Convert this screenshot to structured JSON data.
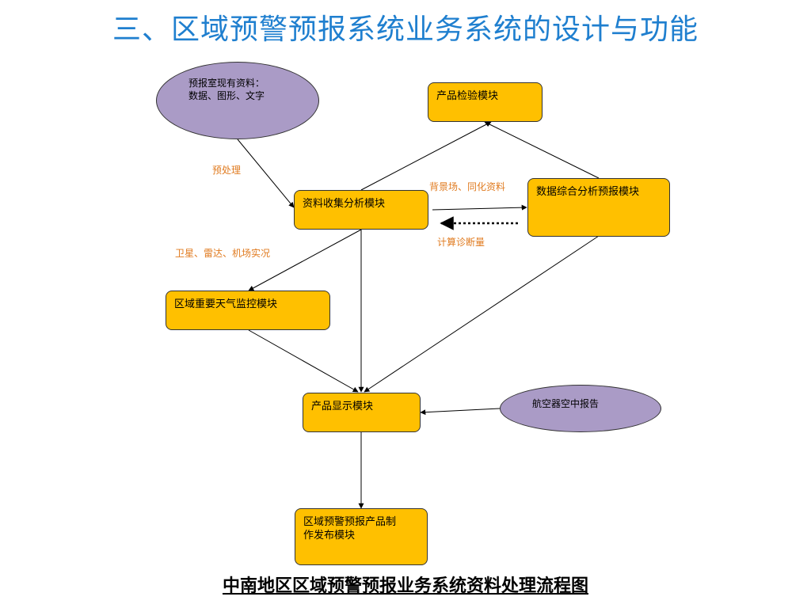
{
  "title": "三、区域预警预报系统业务系统的设计与功能",
  "nodes": {
    "source_data": "预报室现有资料：\n数据、图形、文字",
    "product_check": "产品检验模块",
    "data_collect": "资料收集分析模块",
    "data_analysis": "数据综合分析预报模块",
    "weather_monitor": "区域重要天气监控模块",
    "product_display": "产品显示模块",
    "aircraft_report": "航空器空中报告",
    "publish": "区域预警预报产品制\n作发布模块"
  },
  "edge_labels": {
    "preprocess": "预处理",
    "background": "背景场、同化资料",
    "diagnostics": "计算诊断量",
    "satellite": "卫星、雷达、机场实况"
  },
  "footer": "中南地区区域预警预报业务系统资料处理流程图",
  "colors": {
    "box_fill": "#ffc000",
    "ellipse_fill": "#aa9bc6",
    "title": "#1f7fcf",
    "edge_label": "#e07b20"
  }
}
